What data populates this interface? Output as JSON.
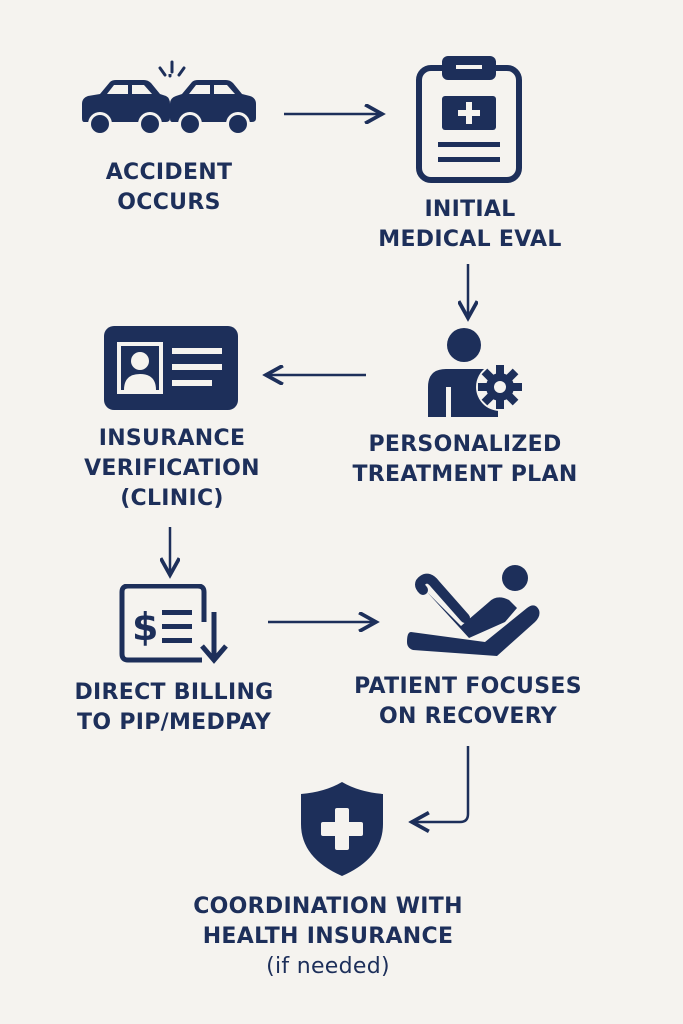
{
  "colors": {
    "background": "#f5f3ef",
    "primary": "#1d2f5a"
  },
  "steps": [
    {
      "icon": "car-collision-icon",
      "lines": [
        "ACCIDENT",
        "OCCURS"
      ]
    },
    {
      "icon": "medical-clipboard-icon",
      "lines": [
        "INITIAL",
        "MEDICAL EVAL"
      ]
    },
    {
      "icon": "person-gear-icon",
      "lines": [
        "PERSONALIZED",
        "TREATMENT PLAN"
      ]
    },
    {
      "icon": "id-card-icon",
      "lines": [
        "INSURANCE",
        "VERIFICATION",
        "(CLINIC)"
      ]
    },
    {
      "icon": "billing-document-icon",
      "lines": [
        "DIRECT BILLING",
        "TO PIP/MEDPAY"
      ]
    },
    {
      "icon": "reclining-patient-icon",
      "lines": [
        "PATIENT FOCUSES",
        "ON RECOVERY"
      ]
    },
    {
      "icon": "shield-cross-icon",
      "lines": [
        "COORDINATION WITH",
        "HEALTH INSURANCE",
        "(if needed)"
      ]
    }
  ]
}
